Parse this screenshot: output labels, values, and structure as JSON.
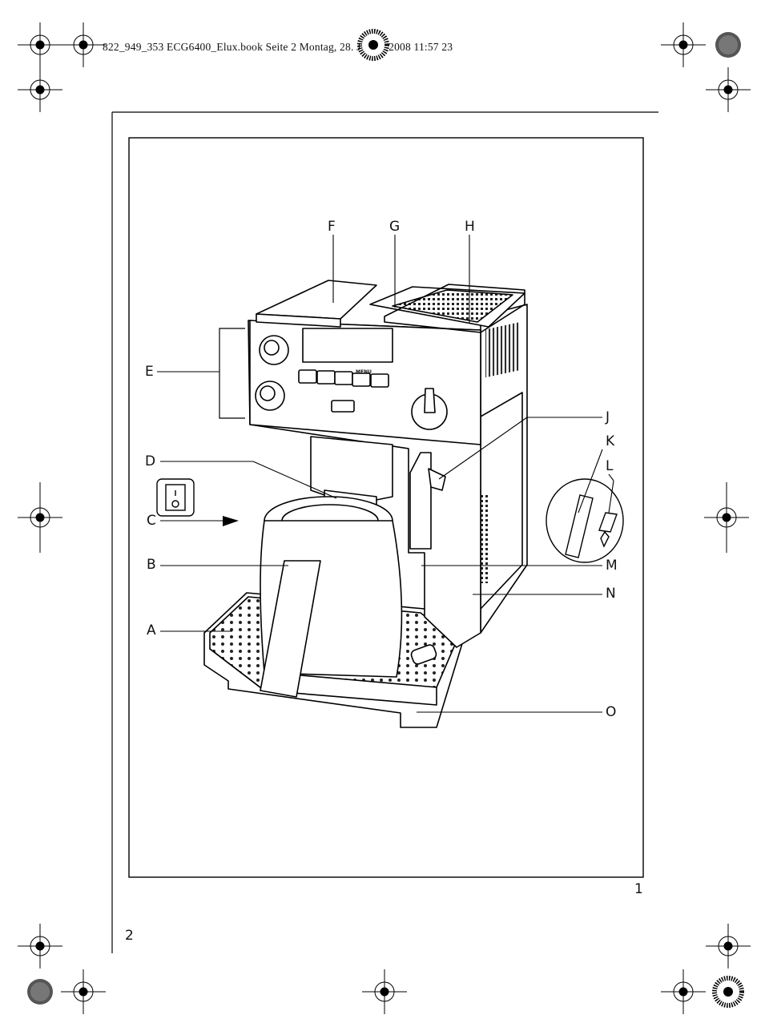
{
  "header": {
    "text": "822_949_353 ECG6400_Elux.book  Seite 2  Montag, 28. Januar 2008  11:57 23"
  },
  "page_numbers": {
    "left": "2",
    "right": "1"
  },
  "callouts": {
    "A": "A",
    "B": "B",
    "C": "C",
    "D": "D",
    "E": "E",
    "F": "F",
    "G": "G",
    "H": "H",
    "J": "J",
    "K": "K",
    "L": "L",
    "M": "M",
    "N": "N",
    "O": "O"
  },
  "panel_labels": {
    "menu": "MENU",
    "switch_on": "I",
    "switch_off": "O"
  }
}
